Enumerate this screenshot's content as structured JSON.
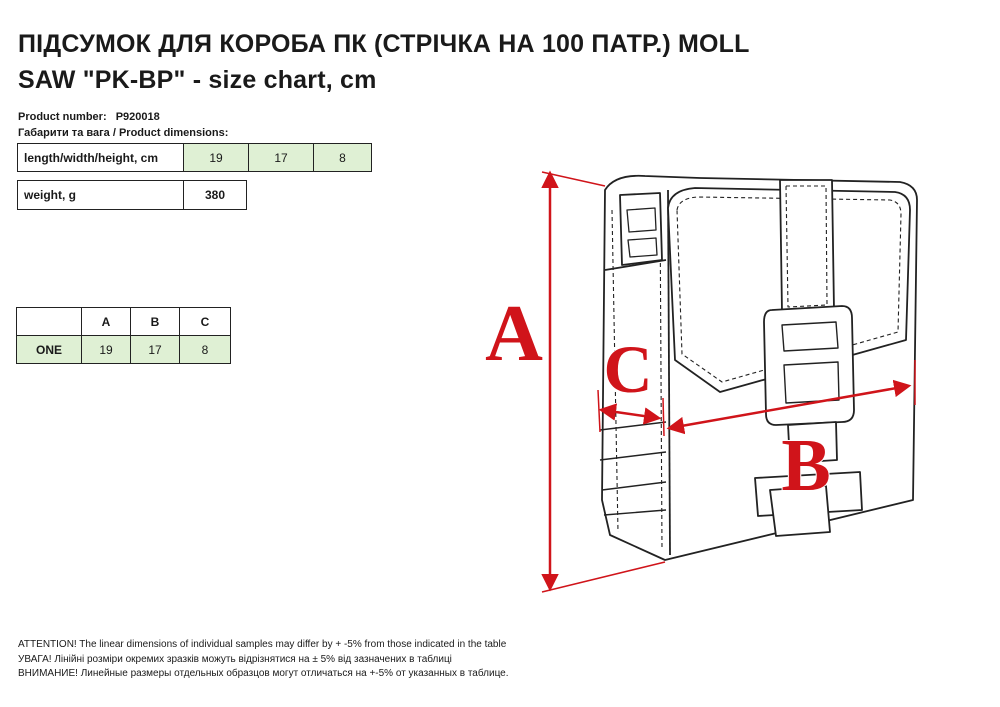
{
  "title_line1": "ПІДСУМОК ДЛЯ КОРОБА ПК (СТРІЧКА НА 100 ПАТР.) MOLL",
  "title_line2": "SAW \"PK-BP\" - size chart, cm",
  "product_number_label": "Product number:",
  "product_number": "P920018",
  "dimensions_heading": "Габарити та вага / Product dimensions:",
  "dimensions": {
    "label": "length/width/height, cm",
    "values": [
      "19",
      "17",
      "8"
    ]
  },
  "weight": {
    "label": "weight, g",
    "value": "380"
  },
  "size_table": {
    "headers": [
      "",
      "A",
      "B",
      "C"
    ],
    "row_label": "ONE",
    "values": [
      "19",
      "17",
      "8"
    ]
  },
  "diagram_labels": {
    "a": "A",
    "b": "B",
    "c": "C"
  },
  "notes": [
    "ATTENTION! The linear dimensions of individual samples may differ by + -5% from those indicated in the table",
    "УВАГА! Лінійні розміри окремих зразків можуть відрізнятися на ± 5% від зазначених в таблиці",
    "ВНИМАНИЕ! Линейные размеры отдельных образцов могут отличаться на +-5% от указанных в таблице."
  ],
  "colors": {
    "accent_red": "#d0141a",
    "cell_green": "#dff0d4"
  }
}
